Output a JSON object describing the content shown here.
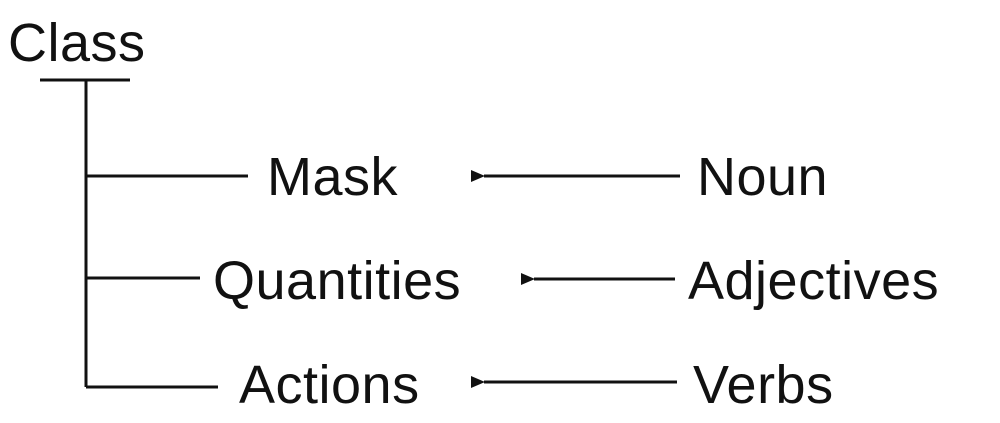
{
  "diagram": {
    "root": {
      "label": "Class"
    },
    "items": [
      {
        "class_label": "Mask",
        "source_label": "Noun"
      },
      {
        "class_label": "Quantities",
        "source_label": "Adjectives"
      },
      {
        "class_label": "Actions",
        "source_label": "Verbs"
      }
    ],
    "colors": {
      "ink": "#111111",
      "background": "#ffffff"
    }
  }
}
